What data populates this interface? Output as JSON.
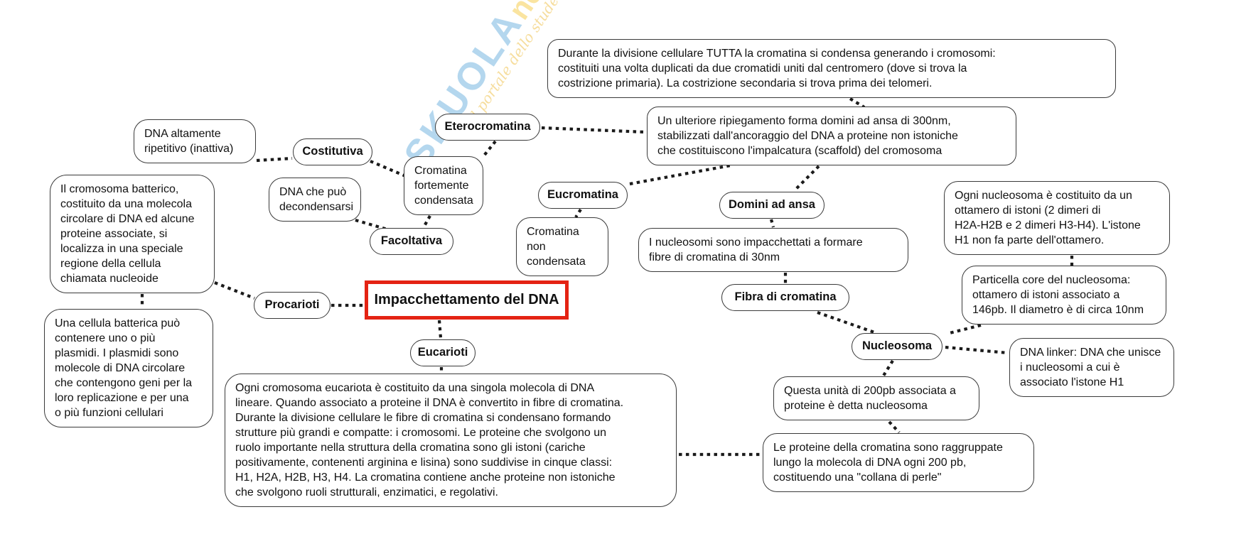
{
  "watermark": {
    "brand": "SKUOLA",
    "tld": "net",
    "tagline": "il portale dello studente"
  },
  "center": {
    "title": "Impacchettamento del DNA"
  },
  "colors": {
    "accent_red": "#e42313",
    "line_black": "#1b1b1b",
    "watermark_blue": "#499ed5",
    "watermark_yellow": "#f3c534"
  },
  "nodes": {
    "divisione": "Durante la divisione cellulare TUTTA la cromatina si condensa generando i cromosomi:\ncostituiti una volta duplicati da due cromatidi uniti dal centromero (dove si trova la\ncostrizione primaria). La costrizione secondaria si trova prima dei telomeri.",
    "eterocromatina": "Eterocromatina",
    "un_ulteriore": "Un ulteriore ripiegamento forma domini ad ansa di 300nm,\nstabilizzati dall'ancoraggio del DNA a proteine non istoniche\nche costituiscono l'impalcatura (scaffold) del cromosoma",
    "dna_ripetitivo": "DNA altamente\nripetitivo (inattiva)",
    "costitutiva": "Costitutiva",
    "cromatina_fortemente": "Cromatina\nfortemente\ncondensata",
    "dna_decondensarsi": "DNA che può\ndecondensarsi",
    "facoltativa": "Facoltativa",
    "eucromatina": "Eucromatina",
    "cromatina_non": "Cromatina non\ncondensata",
    "domini_ansa": "Domini ad ansa",
    "nucleosomi_fibre": "I nucleosomi sono impacchettati a formare\nfibre di cromatina di 30nm",
    "fibra_cromatina": "Fibra di cromatina",
    "ogni_nucleosoma": "Ogni nucleosoma è costituito da un\nottamero di istoni (2 dimeri di\nH2A-H2B e 2 dimeri H3-H4). L'istone\nH1 non fa parte dell'ottamero.",
    "particella_core": "Particella core del nucleosoma:\nottamero di istoni associato a\n146pb. Il diametro è di circa 10nm",
    "nucleosoma": "Nucleosoma",
    "dna_linker": "DNA linker: DNA che unisce\ni nucleosomi a cui è\nassociato l'istone H1",
    "questa_unita": "Questa unità di 200pb associata a\nproteine è detta nucleosoma",
    "proteine_cromatina": "Le proteine della cromatina sono raggruppate\nlungo la molecola di DNA ogni 200 pb,\ncostituendo una \"collana di perle\"",
    "cromosoma_batterico": "Il cromosoma batterico,\ncostituito da una molecola\ncircolare di DNA ed alcune\nproteine associate, si\nlocalizza in una speciale\nregione della cellula\nchiamata nucleoide",
    "cellula_batterica": "Una cellula batterica può\ncontenere uno o più\nplasmidi. I plasmidi sono\nmolecole di DNA circolare\nche contengono geni per la\nloro replicazione e per una\no più funzioni cellulari",
    "procarioti": "Procarioti",
    "eucarioti": "Eucarioti",
    "eucarioti_box": "Ogni cromosoma eucariota è costituito da una singola molecola di DNA\nlineare. Quando associato a proteine il DNA è convertito in fibre di cromatina.\nDurante la divisione cellulare le fibre di cromatina si condensano formando\nstrutture più grandi e compatte: i cromosomi. Le proteine che svolgono un\nruolo importante nella struttura della cromatina sono gli istoni (cariche\npositivamente, contenenti arginina e lisina) sono suddivise in cinque classi:\nH1, H2A, H2B, H3, H4. La cromatina contiene anche proteine non istoniche\nche svolgono ruoli strutturali, enzimatici, e regolativi."
  }
}
